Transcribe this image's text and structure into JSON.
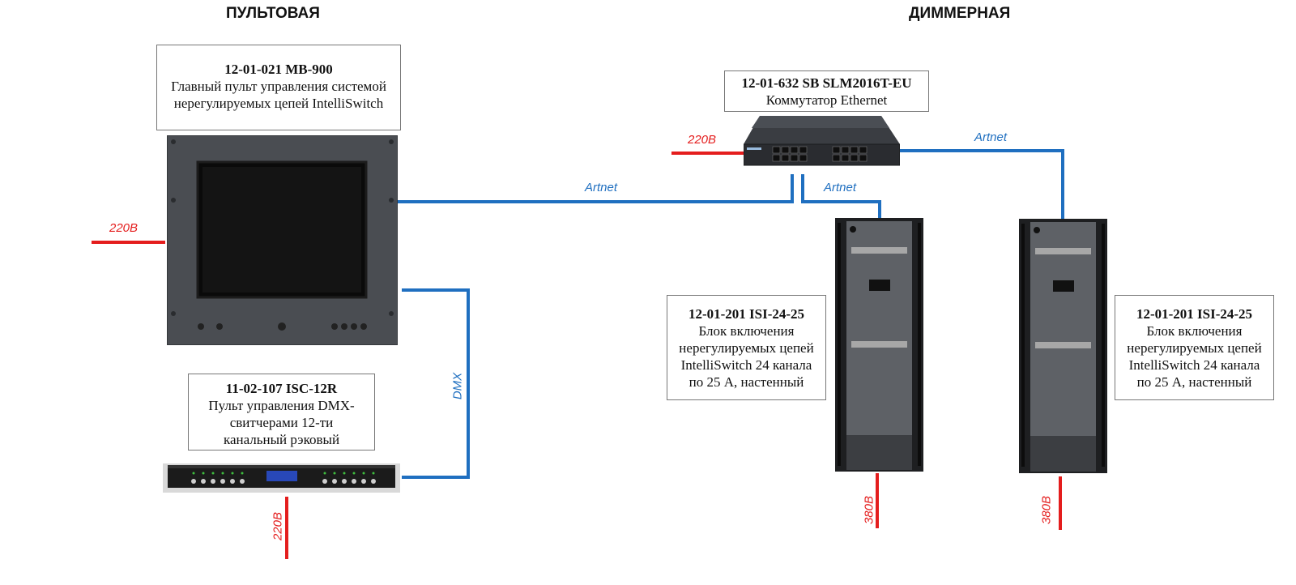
{
  "sections": {
    "left_title": "ПУЛЬТОВАЯ",
    "right_title": "ДИММЕРНАЯ"
  },
  "devices": {
    "main_console": {
      "code": "12-01-021   MB-900",
      "desc_line1": "Главный пульт управления системой",
      "desc_line2": "нерегулируемых цепей IntelliSwitch"
    },
    "dmx_console": {
      "code": "11-02-107   ISC-12R",
      "desc_line1": "Пульт управления DMX-",
      "desc_line2": "свитчерами 12-ти",
      "desc_line3": "канальный рэковый"
    },
    "switch": {
      "code": "12-01-632 SB SLM2016T-EU",
      "desc": "Коммутатор Ethernet"
    },
    "block_left": {
      "code": "12-01-201   ISI-24-25",
      "desc_line1": "Блок включения",
      "desc_line2": "нерегулируемых цепей",
      "desc_line3": "IntelliSwitch 24 канала",
      "desc_line4": "по 25 А, настенный"
    },
    "block_right": {
      "code": "12-01-201   ISI-24-25",
      "desc_line1": "Блок включения",
      "desc_line2": "нерегулируемых цепей",
      "desc_line3": "IntelliSwitch 24 канала",
      "desc_line4": "по 25 А, настенный"
    }
  },
  "connections": {
    "artnet_main": "Artnet",
    "artnet_block_left": "Artnet",
    "artnet_block_right": "Artnet",
    "dmx": "DMX",
    "power_main": "220В",
    "power_switch": "220В",
    "power_dmx": "220В",
    "power_block_left": "380В",
    "power_block_right": "380В"
  },
  "colors": {
    "data_line": "#1f6fc0",
    "power_line": "#e41d1d"
  }
}
